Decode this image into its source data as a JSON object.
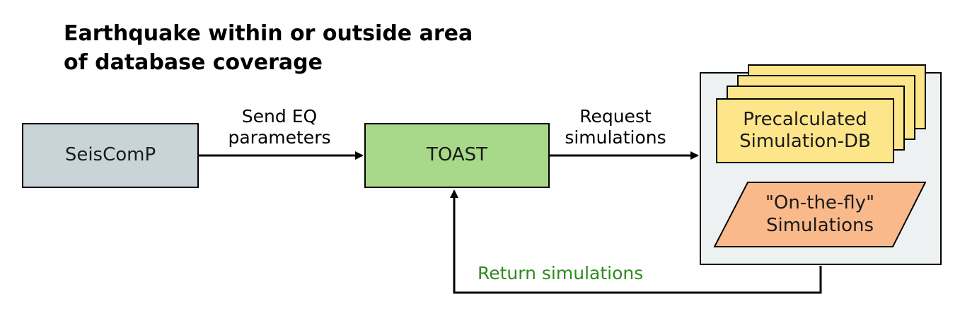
{
  "title": {
    "line1": "Earthquake within or outside area",
    "line2": "of database coverage"
  },
  "nodes": {
    "seiscomp": "SeisComP",
    "toast": "TOAST",
    "db_line1": "Precalculated",
    "db_line2": "Simulation-DB",
    "fly_line1": "\"On-the-fly\"",
    "fly_line2": "Simulations"
  },
  "edges": {
    "send_line1": "Send EQ",
    "send_line2": "parameters",
    "request_line1": "Request",
    "request_line2": "simulations",
    "return_label": "Return simulations"
  },
  "colors": {
    "seiscomp_fill": "#c9d4d9",
    "toast_fill": "#a8d98a",
    "db_fill": "#fde58a",
    "fly_fill": "#f9b98a",
    "container_fill": "#eef1f1",
    "return_text": "#2e8b1e"
  }
}
